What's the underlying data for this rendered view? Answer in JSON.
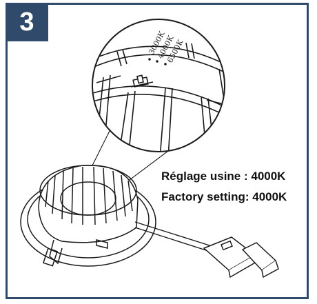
{
  "step": {
    "number": "3"
  },
  "switch": {
    "positions": [
      "3000K",
      "4000K",
      "6500K"
    ]
  },
  "captions": {
    "fr": "Réglage usine : 4000K",
    "en": "Factory setting: 4000K"
  },
  "colors": {
    "frame": "#2f4a6b",
    "line": "#1a1a1a"
  }
}
